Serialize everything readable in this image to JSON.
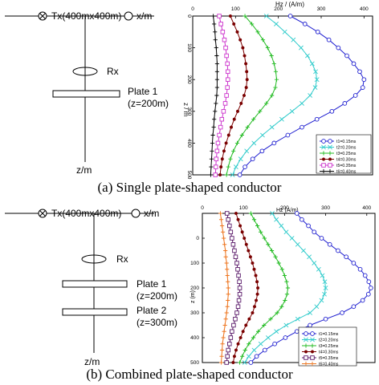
{
  "panel_a": {
    "schematic": {
      "tx_label": "Tx(400mx400m)",
      "x_label": "x/m",
      "rx_label": "Rx",
      "z_label": "z/m",
      "plates": [
        {
          "name": "Plate 1",
          "depth": "(z=200m)"
        }
      ]
    },
    "caption": "(a) Single plate-shaped conductor"
  },
  "panel_b": {
    "schematic": {
      "tx_label": "Tx(400mx400m)",
      "x_label": "x/m",
      "rx_label": "Rx",
      "z_label": "z/m",
      "plates": [
        {
          "name": "Plate 1",
          "depth": "(z=200m)"
        },
        {
          "name": "Plate 2",
          "depth": "(z=300m)"
        }
      ]
    },
    "caption": "(b) Combined plate-shaped conductor"
  },
  "chart_data": [
    {
      "type": "line",
      "xlabel": "Hz / (A/m)",
      "ylabel": "z / m",
      "xlim": [
        0,
        420
      ],
      "ylim": [
        500,
        0
      ],
      "xticks": [
        "0",
        "100",
        "200",
        "300",
        "400"
      ],
      "yticks": [
        "0",
        "100",
        "200",
        "300",
        "400",
        "500"
      ],
      "depths": [
        0,
        25,
        50,
        75,
        100,
        125,
        150,
        175,
        200,
        225,
        250,
        275,
        300,
        325,
        350,
        375,
        400,
        425,
        450,
        475,
        500
      ],
      "series": [
        {
          "name": "t1=0.15ms",
          "color": "#1f1fd0",
          "marker": "circle",
          "values": [
            228,
            262,
            292,
            318,
            340,
            360,
            376,
            390,
            400,
            397,
            380,
            355,
            325,
            290,
            255,
            222,
            190,
            162,
            140,
            122,
            110
          ]
        },
        {
          "name": "t2=0.20ms",
          "color": "#33cccc",
          "marker": "x",
          "values": [
            172,
            195,
            215,
            235,
            253,
            268,
            279,
            287,
            290,
            286,
            274,
            255,
            232,
            208,
            185,
            163,
            143,
            126,
            112,
            101,
            93
          ]
        },
        {
          "name": "t3=0.25ms",
          "color": "#22bb22",
          "marker": "plus",
          "values": [
            122,
            138,
            152,
            164,
            175,
            184,
            190,
            194,
            196,
            193,
            185,
            172,
            157,
            142,
            128,
            115,
            104,
            95,
            88,
            83,
            79
          ]
        },
        {
          "name": "t4=0.30ms",
          "color": "#7a0000",
          "marker": "dot",
          "values": [
            88,
            96,
            104,
            111,
            117,
            121,
            124,
            126,
            127,
            125,
            120,
            113,
            105,
            97,
            90,
            84,
            78,
            73,
            69,
            66,
            64
          ]
        },
        {
          "name": "t5=0.35ms",
          "color": "#cc33cc",
          "marker": "square",
          "values": [
            62,
            66,
            70,
            74,
            77,
            79,
            81,
            82,
            82,
            81,
            79,
            76,
            72,
            68,
            65,
            62,
            59,
            57,
            55,
            54,
            53
          ]
        },
        {
          "name": "t6=0.40ms",
          "color": "#000000",
          "marker": "plus",
          "values": [
            48,
            50,
            52,
            53,
            55,
            56,
            57,
            57,
            57,
            57,
            56,
            54,
            52,
            50,
            49,
            47,
            46,
            45,
            44,
            43,
            42
          ]
        }
      ]
    },
    {
      "type": "line",
      "xlabel": "Hz (A/m)",
      "ylabel": "z (m)",
      "xlim": [
        0,
        420
      ],
      "ylim": [
        500,
        -100
      ],
      "xticks": [
        "0",
        "100",
        "200",
        "300",
        "400"
      ],
      "yticks": [
        "0",
        "100",
        "200",
        "300",
        "400",
        "500"
      ],
      "depths": [
        -100,
        -75,
        -50,
        -25,
        0,
        25,
        50,
        75,
        100,
        125,
        150,
        175,
        200,
        225,
        250,
        275,
        300,
        325,
        350,
        375,
        400,
        425,
        450,
        475,
        500
      ],
      "series": [
        {
          "name": "t1=0.15ms",
          "color": "#1f1fd0",
          "marker": "circle",
          "values": [
            230,
            242,
            258,
            272,
            290,
            310,
            330,
            350,
            368,
            384,
            396,
            405,
            410,
            404,
            390,
            368,
            340,
            300,
            262,
            230,
            202,
            176,
            152,
            132,
            118
          ]
        },
        {
          "name": "t2=0.20ms",
          "color": "#33cccc",
          "marker": "x",
          "values": [
            170,
            180,
            192,
            204,
            218,
            232,
            246,
            260,
            272,
            283,
            292,
            298,
            300,
            297,
            290,
            278,
            262,
            232,
            204,
            180,
            160,
            142,
            126,
            113,
            103
          ]
        },
        {
          "name": "t3=0.25ms",
          "color": "#22bb22",
          "marker": "plus",
          "values": [
            118,
            126,
            134,
            142,
            151,
            160,
            169,
            178,
            186,
            194,
            200,
            205,
            208,
            206,
            201,
            193,
            182,
            166,
            150,
            136,
            124,
            113,
            104,
            97,
            91
          ]
        },
        {
          "name": "t4=0.30ms",
          "color": "#7a0000",
          "marker": "dot",
          "values": [
            82,
            87,
            92,
            97,
            102,
            107,
            112,
            117,
            122,
            126,
            130,
            133,
            135,
            134,
            131,
            127,
            122,
            114,
            106,
            99,
            93,
            87,
            82,
            78,
            75
          ]
        },
        {
          "name": "t5=0.35ms",
          "color": "#5a1a6a",
          "marker": "square",
          "values": [
            60,
            63,
            66,
            69,
            72,
            75,
            78,
            81,
            84,
            86,
            88,
            90,
            91,
            91,
            89,
            87,
            84,
            80,
            76,
            72,
            69,
            66,
            63,
            61,
            59
          ]
        },
        {
          "name": "t6=0.40ms",
          "color": "#ee7722",
          "marker": "plus",
          "values": [
            44,
            46,
            48,
            50,
            52,
            54,
            56,
            57,
            59,
            60,
            61,
            62,
            63,
            63,
            62,
            61,
            59,
            57,
            55,
            53,
            51,
            49,
            48,
            47,
            46
          ]
        }
      ]
    }
  ]
}
